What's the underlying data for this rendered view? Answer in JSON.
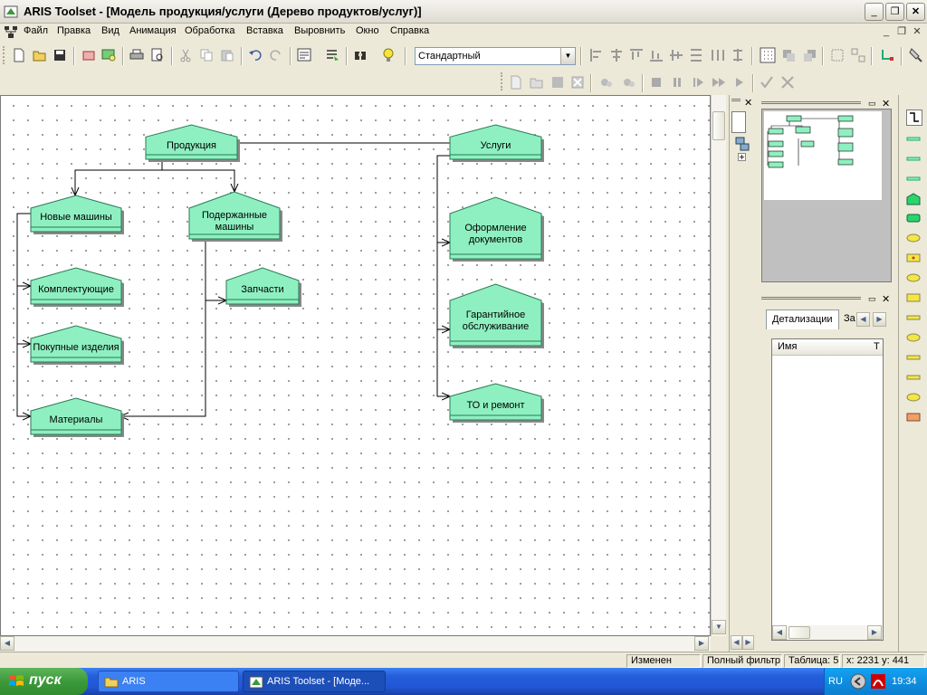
{
  "window": {
    "title": "ARIS Toolset - [Модель продукция/услуги (Дерево продуктов/услуг)]",
    "min": "_",
    "max": "❐",
    "close": "✕"
  },
  "menu": {
    "items": [
      "Файл",
      "Правка",
      "Вид",
      "Анимация",
      "Обработка",
      "Вставка",
      "Выровнить",
      "Окно",
      "Справка"
    ],
    "mdi_min": "_",
    "mdi_restore": "❐",
    "mdi_close": "✕"
  },
  "toolbar": {
    "style_combo": "Стандартный"
  },
  "diagram": {
    "nodes": [
      {
        "id": "products",
        "label": "Продукция"
      },
      {
        "id": "services",
        "label": "Услуги"
      },
      {
        "id": "new-machines",
        "label": "Новые машины"
      },
      {
        "id": "used-machines",
        "label": "Подержанные машины"
      },
      {
        "id": "components",
        "label": "Комплектующие"
      },
      {
        "id": "spare-parts",
        "label": "Запчасти"
      },
      {
        "id": "purchased",
        "label": "Покупные изделия"
      },
      {
        "id": "materials",
        "label": "Материалы"
      },
      {
        "id": "documents",
        "label": "Оформление документов"
      },
      {
        "id": "warranty",
        "label": "Гарантийное обслуживание"
      },
      {
        "id": "maintenance",
        "label": "ТО и ремонт"
      }
    ],
    "node_color": "#8ef0c0"
  },
  "properties": {
    "tab_details": "Детализации",
    "tab_next": "За",
    "column_name": "Имя",
    "column_type": "Т"
  },
  "status": {
    "changed": "Изменен",
    "filter": "Полный фильтр",
    "table": "Таблица: 5",
    "coords": "x: 2231 y: 441"
  },
  "taskbar": {
    "start": "пуск",
    "task1": "ARIS",
    "task2": "ARIS Toolset - [Моде...",
    "lang": "RU",
    "clock": "19:34"
  }
}
